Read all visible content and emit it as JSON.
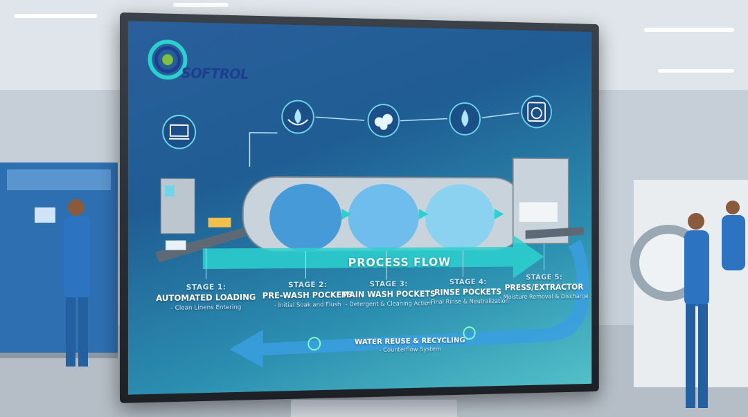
{
  "brand": {
    "logo_text": "SOFTROL",
    "accent": "#1e3f8f"
  },
  "diagram": {
    "process_flow_label": "PROCESS FLOW",
    "stages": [
      {
        "number": "STAGE 1:",
        "title": "AUTOMATED LOADING",
        "desc": "- Clean Linens Entering",
        "icon": "conveyor-loader-icon"
      },
      {
        "number": "STAGE 2:",
        "title": "PRE-WASH POCKETS",
        "desc": "- Initial Soak and Flush",
        "icon": "water-drop-basin-icon"
      },
      {
        "number": "STAGE 3:",
        "title": "MAIN WASH POCKETS",
        "desc": "- Detergent & Cleaning Action",
        "icon": "soap-bubbles-icon"
      },
      {
        "number": "STAGE 4:",
        "title": "RINSE POCKETS",
        "desc": "- Final Rinse & Neutralization",
        "icon": "sparkle-drop-icon"
      },
      {
        "number": "STAGE 5:",
        "title": "PRESS/EXTRACTOR",
        "desc": "- Moisture Removal & Discharge",
        "icon": "washing-machine-icon"
      }
    ],
    "water_reuse": {
      "title": "WATER REUSE & RECYCLING",
      "subtitle": "- Counterflow System",
      "icon": "recycle-icon"
    },
    "colors": {
      "flow_arrow": "#2bd1cf",
      "return_arrow": "#3a9fe0",
      "tunnel": "#c9d3dc"
    }
  }
}
